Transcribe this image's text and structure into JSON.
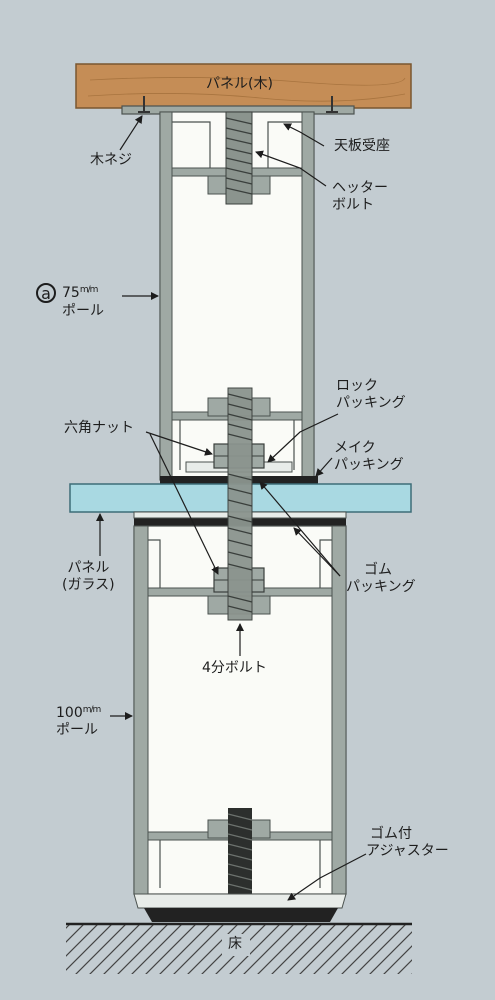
{
  "labels": {
    "wood_panel": "パネル(木)",
    "top_seat": "天板受座",
    "wood_screw": "木ネジ",
    "header_bolt_1": "ヘッター",
    "header_bolt_2": "ボルト",
    "marker": "a",
    "pole_75_num": "75",
    "pole_75_unit": "m/m",
    "pole_75_word": "ポール",
    "lock_packing_1": "ロック",
    "lock_packing_2": "パッキング",
    "hex_nut": "六角ナット",
    "make_packing_1": "メイク",
    "make_packing_2": "パッキング",
    "glass_panel_1": "パネル",
    "glass_panel_2": "(ガラス)",
    "rubber_packing_1": "ゴム",
    "rubber_packing_2": "パッキング",
    "bolt_4bu": "4分ボルト",
    "pole_100_num": "100",
    "pole_100_unit": "m/m",
    "pole_100_word": "ポール",
    "rubber_adjuster_1": "ゴム付",
    "rubber_adjuster_2": "アジャスター",
    "floor": "床"
  },
  "colors": {
    "background": "#c3ccd1",
    "wood": "#c58d56",
    "glass": "#a9d9e2",
    "pole_frame": "#9fa9a4",
    "pole_inner": "#fafbf7",
    "bolt": "#8b948e",
    "rubber": "#222222"
  }
}
